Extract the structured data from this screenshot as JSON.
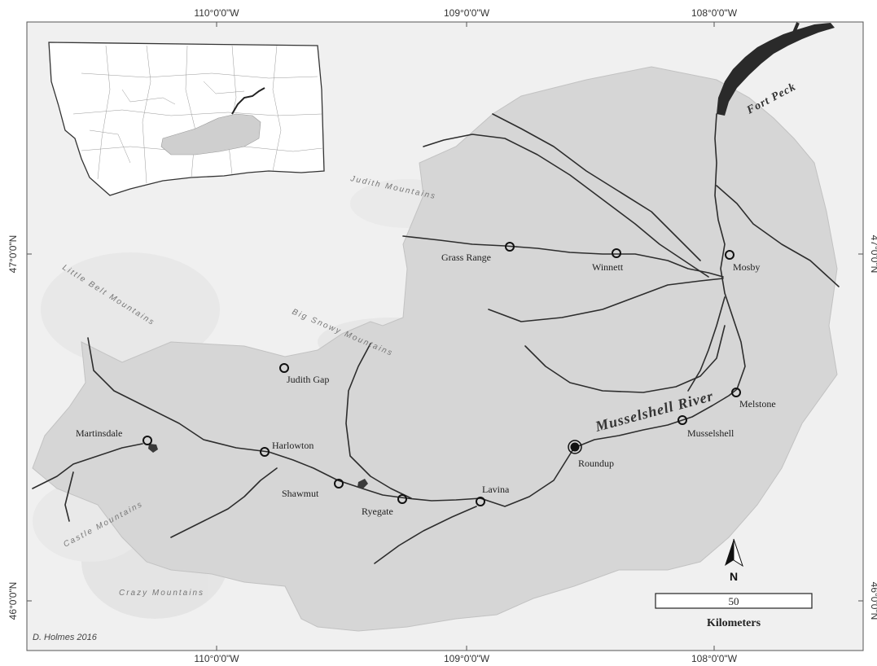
{
  "map": {
    "top_longitude_labels": [
      "110°0'0\"W",
      "109°0'0\"W",
      "108°0'0\"W"
    ],
    "bottom_longitude_labels": [
      "110°0'0\"W",
      "109°0'0\"W",
      "108°0'0\"W"
    ],
    "left_latitude_labels": [
      "47°0'0\"N",
      "46°0'0\"N"
    ],
    "right_latitude_labels": [
      "47°0'0\"N",
      "46°0'0\"N"
    ],
    "towns": [
      {
        "name": "Grass Range"
      },
      {
        "name": "Winnett"
      },
      {
        "name": "Mosby"
      },
      {
        "name": "Judith Gap"
      },
      {
        "name": "Martinsdale"
      },
      {
        "name": "Harlowton"
      },
      {
        "name": "Shawmut"
      },
      {
        "name": "Ryegate"
      },
      {
        "name": "Lavina"
      },
      {
        "name": "Roundup"
      },
      {
        "name": "Musselshell"
      },
      {
        "name": "Melstone"
      }
    ],
    "mountains": [
      "Judith Mountains",
      "Little Belt Mountains",
      "Big Snowy Mountains",
      "Castle Mountains",
      "Crazy Mountains"
    ],
    "river_label": "Musselshell River",
    "reservoir_label": "Fort Peck",
    "north_arrow_label": "N",
    "scale_value": "50",
    "scale_unit": "Kilometers",
    "credit": "D. Holmes 2016",
    "colors": {
      "basin_fill": "#d6d6d6",
      "terrain": "#f0f0f0",
      "river": "#2d2d2d",
      "water": "#2a2a2a"
    }
  }
}
